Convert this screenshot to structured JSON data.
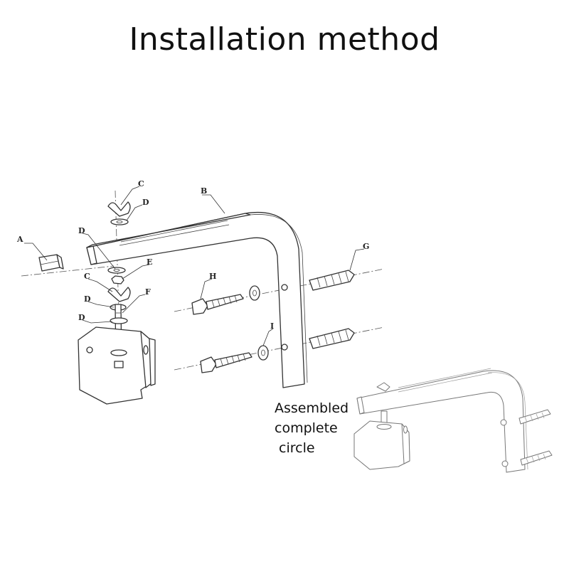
{
  "title": "Installation method",
  "caption": {
    "line1": "Assembled",
    "line2": "complete",
    "line3": " circle"
  },
  "labels": {
    "A": "A",
    "B": "B",
    "C_top": "C",
    "D_top": "D",
    "D_left": "D",
    "E": "E",
    "C_mid": "C",
    "D_mid": "D",
    "F": "F",
    "D_low": "D",
    "G": "G",
    "H": "H",
    "I": "I"
  }
}
